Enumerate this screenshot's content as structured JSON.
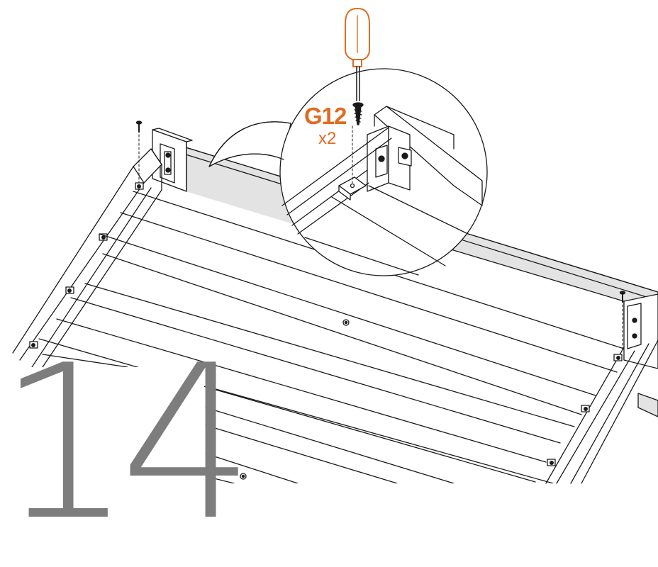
{
  "step": {
    "number": "14"
  },
  "callout": {
    "part_code": "G12",
    "quantity": "x2"
  },
  "colors": {
    "accent": "#e06b22",
    "step_number": "#7d7d7d",
    "line": "#1a1a1a",
    "shade": "#e3e3e3"
  },
  "icons": {
    "tool": "screwdriver-icon",
    "fastener": "screw-icon"
  }
}
